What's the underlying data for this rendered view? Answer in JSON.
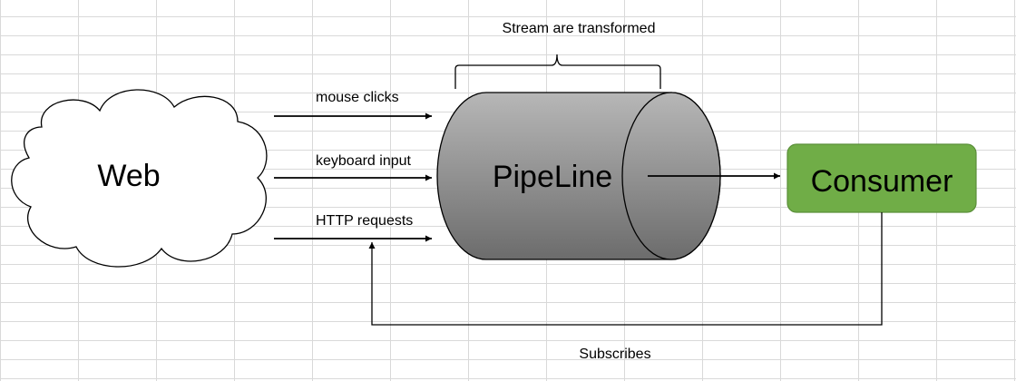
{
  "nodes": {
    "web": "Web",
    "pipeline": "PipeLine",
    "consumer": "Consumer"
  },
  "brace_label": "Stream are transformed",
  "inputs": [
    "mouse clicks",
    "keyboard input",
    "HTTP requests"
  ],
  "feedback_label": "Subscribes",
  "colors": {
    "consumer_fill": "#70ad47",
    "consumer_border": "#5b8f3a",
    "cylinder_dark": "#6f6f6f",
    "cylinder_light": "#b4b4b4",
    "grid": "#d9d9d9"
  }
}
